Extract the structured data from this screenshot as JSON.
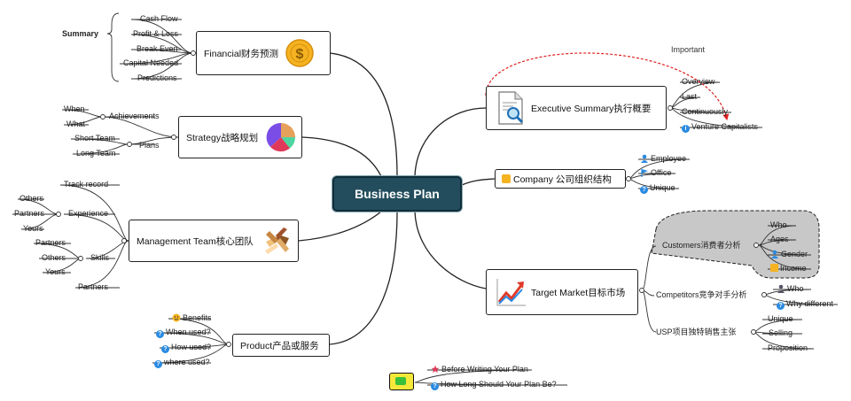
{
  "central": "Business Plan",
  "financial": {
    "title": "Financial财务预测",
    "summary": "Summary",
    "items": [
      "Cash Flow",
      "Profit & Loss",
      "Break Even",
      "Capital Needed",
      "Predictions"
    ]
  },
  "strategy": {
    "title": "Strategy战略规划",
    "achievements": "Achievements",
    "ach_items": [
      "When",
      "What"
    ],
    "plans": "Plans",
    "plan_items": [
      "Short Team",
      "Long Team"
    ]
  },
  "management": {
    "title": "Management  Team核心团队",
    "track": "Track record",
    "experience": "Experience",
    "exp_items": [
      "Others",
      "Partners",
      "Yours"
    ],
    "skills": "Skills",
    "skill_items": [
      "Partners",
      "Others",
      "Yours"
    ],
    "partners": "Partners"
  },
  "product": {
    "title": "Product产品或服务",
    "items": [
      "Benefits",
      "When used?",
      "How used?",
      "where used?"
    ]
  },
  "executive": {
    "title": "Executive Summary执行概要",
    "important": "Important",
    "items": [
      "Overview",
      "Last",
      "Continuously",
      "Venture Capitalists"
    ]
  },
  "company": {
    "title": "Company 公司组织结构",
    "items": [
      "Employee",
      "Office",
      "Unique"
    ]
  },
  "target": {
    "title": "Target Market目标市场",
    "customers": "Customers消费者分析",
    "cust_items": [
      "Who",
      "Ages",
      "Gender",
      "Income"
    ],
    "competitors": "Competitors竞争对手分析",
    "comp_items": [
      "Who",
      "Why different"
    ],
    "usp": "USP项目独特销售主张",
    "usp_items": [
      "Unique",
      "Selling",
      "Proposition"
    ]
  },
  "notes": [
    "Before Writing Your Plan",
    "How Long Should Your Plan Be?"
  ],
  "colors": {
    "central_bg": "#234d5c",
    "relation": "#e02020",
    "callout_bg": "#c8c8c8",
    "pie": [
      "#e6a15a",
      "#e03a5a",
      "#7a4de6",
      "#4ed6a0"
    ]
  }
}
